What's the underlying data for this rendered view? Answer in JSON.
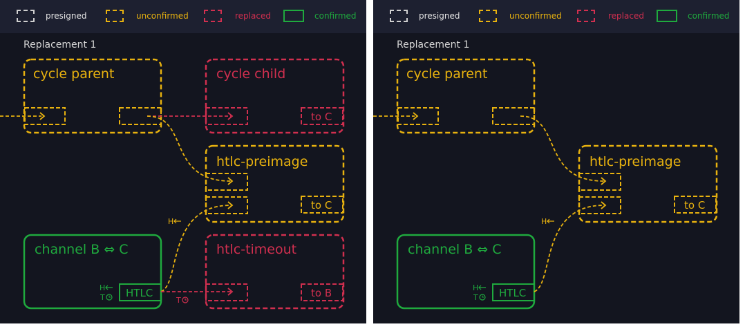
{
  "colors": {
    "presigned": "#d0d0d0",
    "unconfirmed": "#e8b20f",
    "replaced": "#d12f4f",
    "confirmed": "#1faa3e",
    "background": "#13151f",
    "legend_bg": "#1d2030"
  },
  "legend": {
    "presigned": "presigned",
    "unconfirmed": "unconfirmed",
    "replaced": "replaced",
    "confirmed": "confirmed"
  },
  "panels": [
    {
      "caption": "Replacement 1",
      "cycle_parent": "cycle parent",
      "cycle_child": "cycle child",
      "to_c_child": "to C",
      "htlc_preimage": "htlc-preimage",
      "to_c_preimage": "to C",
      "channel": "channel B ⇔ C",
      "htlc": "HTLC",
      "htlc_timeout": "htlc-timeout",
      "to_b": "to B",
      "h_mark": "H",
      "t_mark": "T",
      "h_mark_edge": "H",
      "t_mark_edge": "T"
    },
    {
      "caption": "Replacement 1",
      "cycle_parent": "cycle parent",
      "htlc_preimage": "htlc-preimage",
      "to_c_preimage": "to C",
      "channel": "channel B ⇔ C",
      "htlc": "HTLC",
      "h_mark": "H",
      "t_mark": "T",
      "h_mark_edge": "H"
    }
  ]
}
